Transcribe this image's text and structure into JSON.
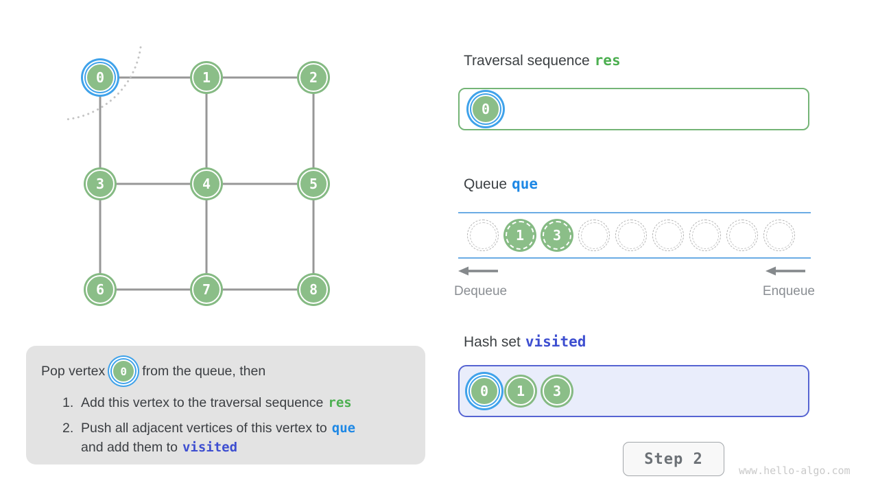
{
  "graph": {
    "vertices": [
      {
        "label": "0",
        "highlighted": true
      },
      {
        "label": "1"
      },
      {
        "label": "2"
      },
      {
        "label": "3"
      },
      {
        "label": "4"
      },
      {
        "label": "5"
      },
      {
        "label": "6"
      },
      {
        "label": "7"
      },
      {
        "label": "8"
      }
    ],
    "edges": [
      [
        0,
        1
      ],
      [
        1,
        2
      ],
      [
        3,
        4
      ],
      [
        4,
        5
      ],
      [
        6,
        7
      ],
      [
        7,
        8
      ],
      [
        0,
        3
      ],
      [
        3,
        6
      ],
      [
        1,
        4
      ],
      [
        4,
        7
      ],
      [
        2,
        5
      ],
      [
        5,
        8
      ]
    ]
  },
  "traversal": {
    "title": "Traversal sequence",
    "variable": "res",
    "items": [
      {
        "label": "0",
        "highlighted": true
      }
    ]
  },
  "queue": {
    "title": "Queue",
    "variable": "que",
    "slots": [
      "",
      "1",
      "3",
      "",
      "",
      "",
      "",
      "",
      ""
    ],
    "dequeue_label": "Dequeue",
    "enqueue_label": "Enqueue"
  },
  "hash_set": {
    "title": "Hash set",
    "variable": "visited",
    "items": [
      {
        "label": "0",
        "highlighted": true
      },
      {
        "label": "1"
      },
      {
        "label": "3"
      }
    ]
  },
  "description": {
    "pop_prefix": "Pop vertex",
    "pop_vertex": "0",
    "pop_suffix": "from the queue, then",
    "step1_number": "1.",
    "step1_text": "Add this vertex to the traversal sequence",
    "step1_code": "res",
    "step2_number": "2.",
    "step2_text_a": "Push all adjacent vertices of this vertex to",
    "step2_code_a": "que",
    "step2_text_b": "and add them to",
    "step2_code_b": "visited"
  },
  "controls": {
    "step_button": "Step 2"
  },
  "footer": {
    "watermark": "www.hello-algo.com"
  },
  "colors": {
    "vertex_green": "#8bbe88",
    "vertex_ring_green": "#85ba83",
    "highlight_blue": "#3fa2ea",
    "code_green": "#4CAF50",
    "code_blue": "#1E88E5",
    "code_indigo": "#3D4ED0",
    "edge_gray": "#979797",
    "queue_rail_blue": "#6aabe4",
    "visited_bg": "#e9edfb",
    "visited_border": "#5563d2",
    "description_bg": "#e3e3e3"
  }
}
